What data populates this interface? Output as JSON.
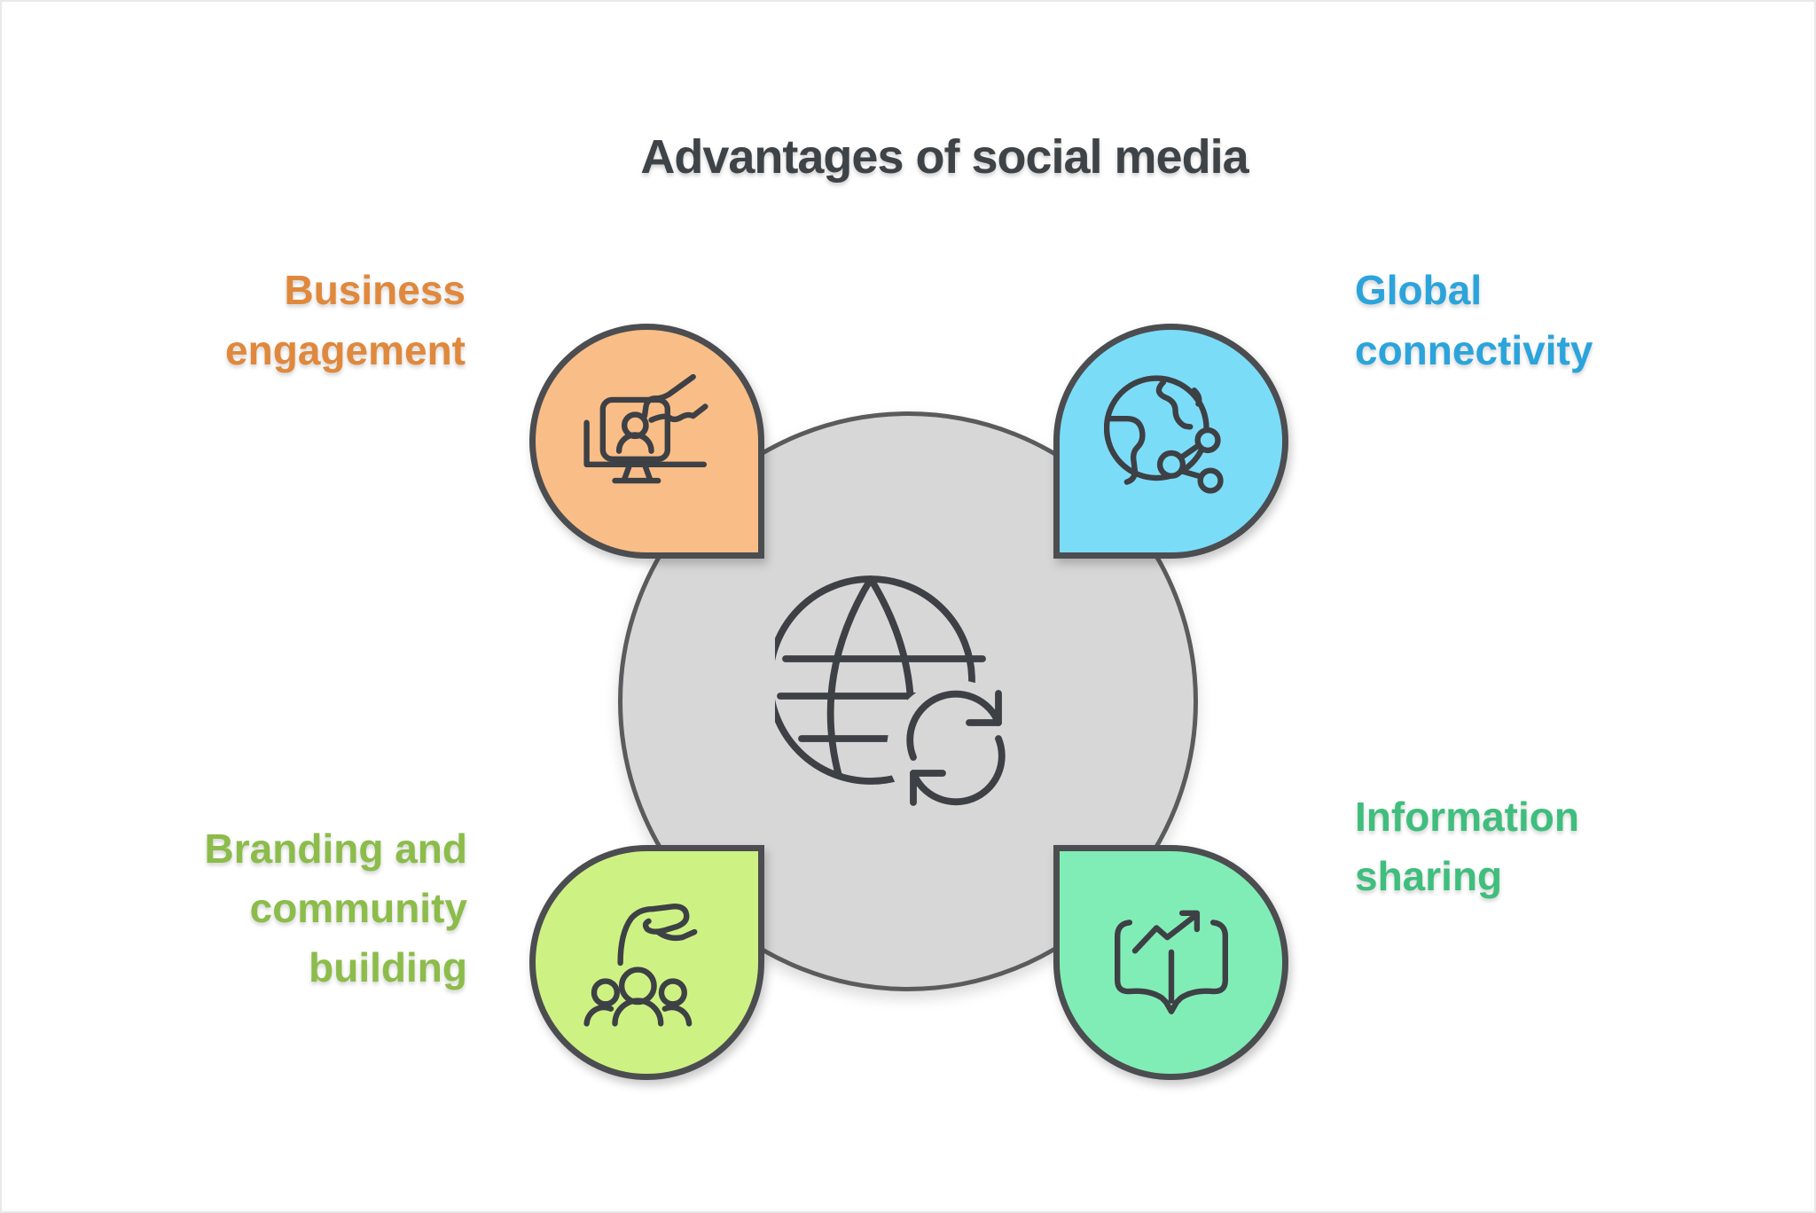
{
  "title": {
    "text": "Advantages of social media",
    "color": "#3e4347"
  },
  "colors": {
    "background": "#ffffff",
    "frame_border": "#e9e9e9",
    "icon_stroke": "#3d4044",
    "blob_stroke": "#4b4d50",
    "center_fill": "#d7d7d7",
    "center_stroke": "#5a5b5d"
  },
  "center": {
    "icon": "globe-sync-icon"
  },
  "nodes": [
    {
      "id": "business-engagement",
      "position": "top-left",
      "icon": "monitor-presenter-icon",
      "fill": "#f9bd87",
      "text_color": "#e0883c",
      "label_lines": [
        "Business",
        "engagement"
      ]
    },
    {
      "id": "global-connectivity",
      "position": "top-right",
      "icon": "globe-share-icon",
      "fill": "#7bdcf8",
      "text_color": "#2ba4db",
      "label_lines": [
        "Global",
        "connectivity"
      ]
    },
    {
      "id": "branding-community-building",
      "position": "bottom-left",
      "icon": "hand-community-icon",
      "fill": "#cdf283",
      "text_color": "#8cbc4a",
      "label_lines": [
        "Branding and",
        "community",
        "building"
      ]
    },
    {
      "id": "information-sharing",
      "position": "bottom-right",
      "icon": "open-book-growth-icon",
      "fill": "#81edb6",
      "text_color": "#3fbe7d",
      "label_lines": [
        "Information",
        "sharing"
      ]
    }
  ]
}
